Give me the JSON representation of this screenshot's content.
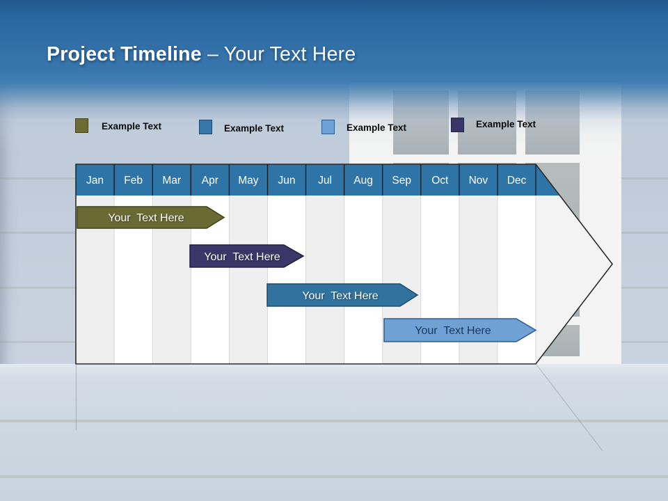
{
  "slide": {
    "title_bold": "Project Timeline ",
    "title_light": "– Your Text Here"
  },
  "legend": {
    "items": [
      {
        "label": "Example Text",
        "color": "#6D6B33"
      },
      {
        "label": "Example Text",
        "color": "#3477A8"
      },
      {
        "label": "Example Text",
        "color": "#6CA2D8"
      },
      {
        "label": "Example Text",
        "color": "#3A3768"
      }
    ]
  },
  "timeline": {
    "header_color": "#2F74A6",
    "months": [
      "Jan",
      "Feb",
      "Mar",
      "Apr",
      "May",
      "Jun",
      "Jul",
      "Aug",
      "Sep",
      "Oct",
      "Nov",
      "Dec"
    ],
    "bars": [
      {
        "label": "Your  Text Here",
        "color": "#6C6A34",
        "text_color": "#FFFFFF",
        "start_month": "Jan",
        "end_month": "Apr"
      },
      {
        "label": "Your  Text Here",
        "color": "#3B3769",
        "text_color": "#FFFFFF",
        "start_month": "Apr",
        "end_month": "Jun"
      },
      {
        "label": "Your  Text Here",
        "color": "#31739E",
        "text_color": "#FFFFFF",
        "start_month": "Jun",
        "end_month": "Sep"
      },
      {
        "label": "Your  Text Here",
        "color": "#6FA1D4",
        "text_color": "#17365D",
        "start_month": "Sep",
        "end_month": "Dec"
      }
    ]
  }
}
